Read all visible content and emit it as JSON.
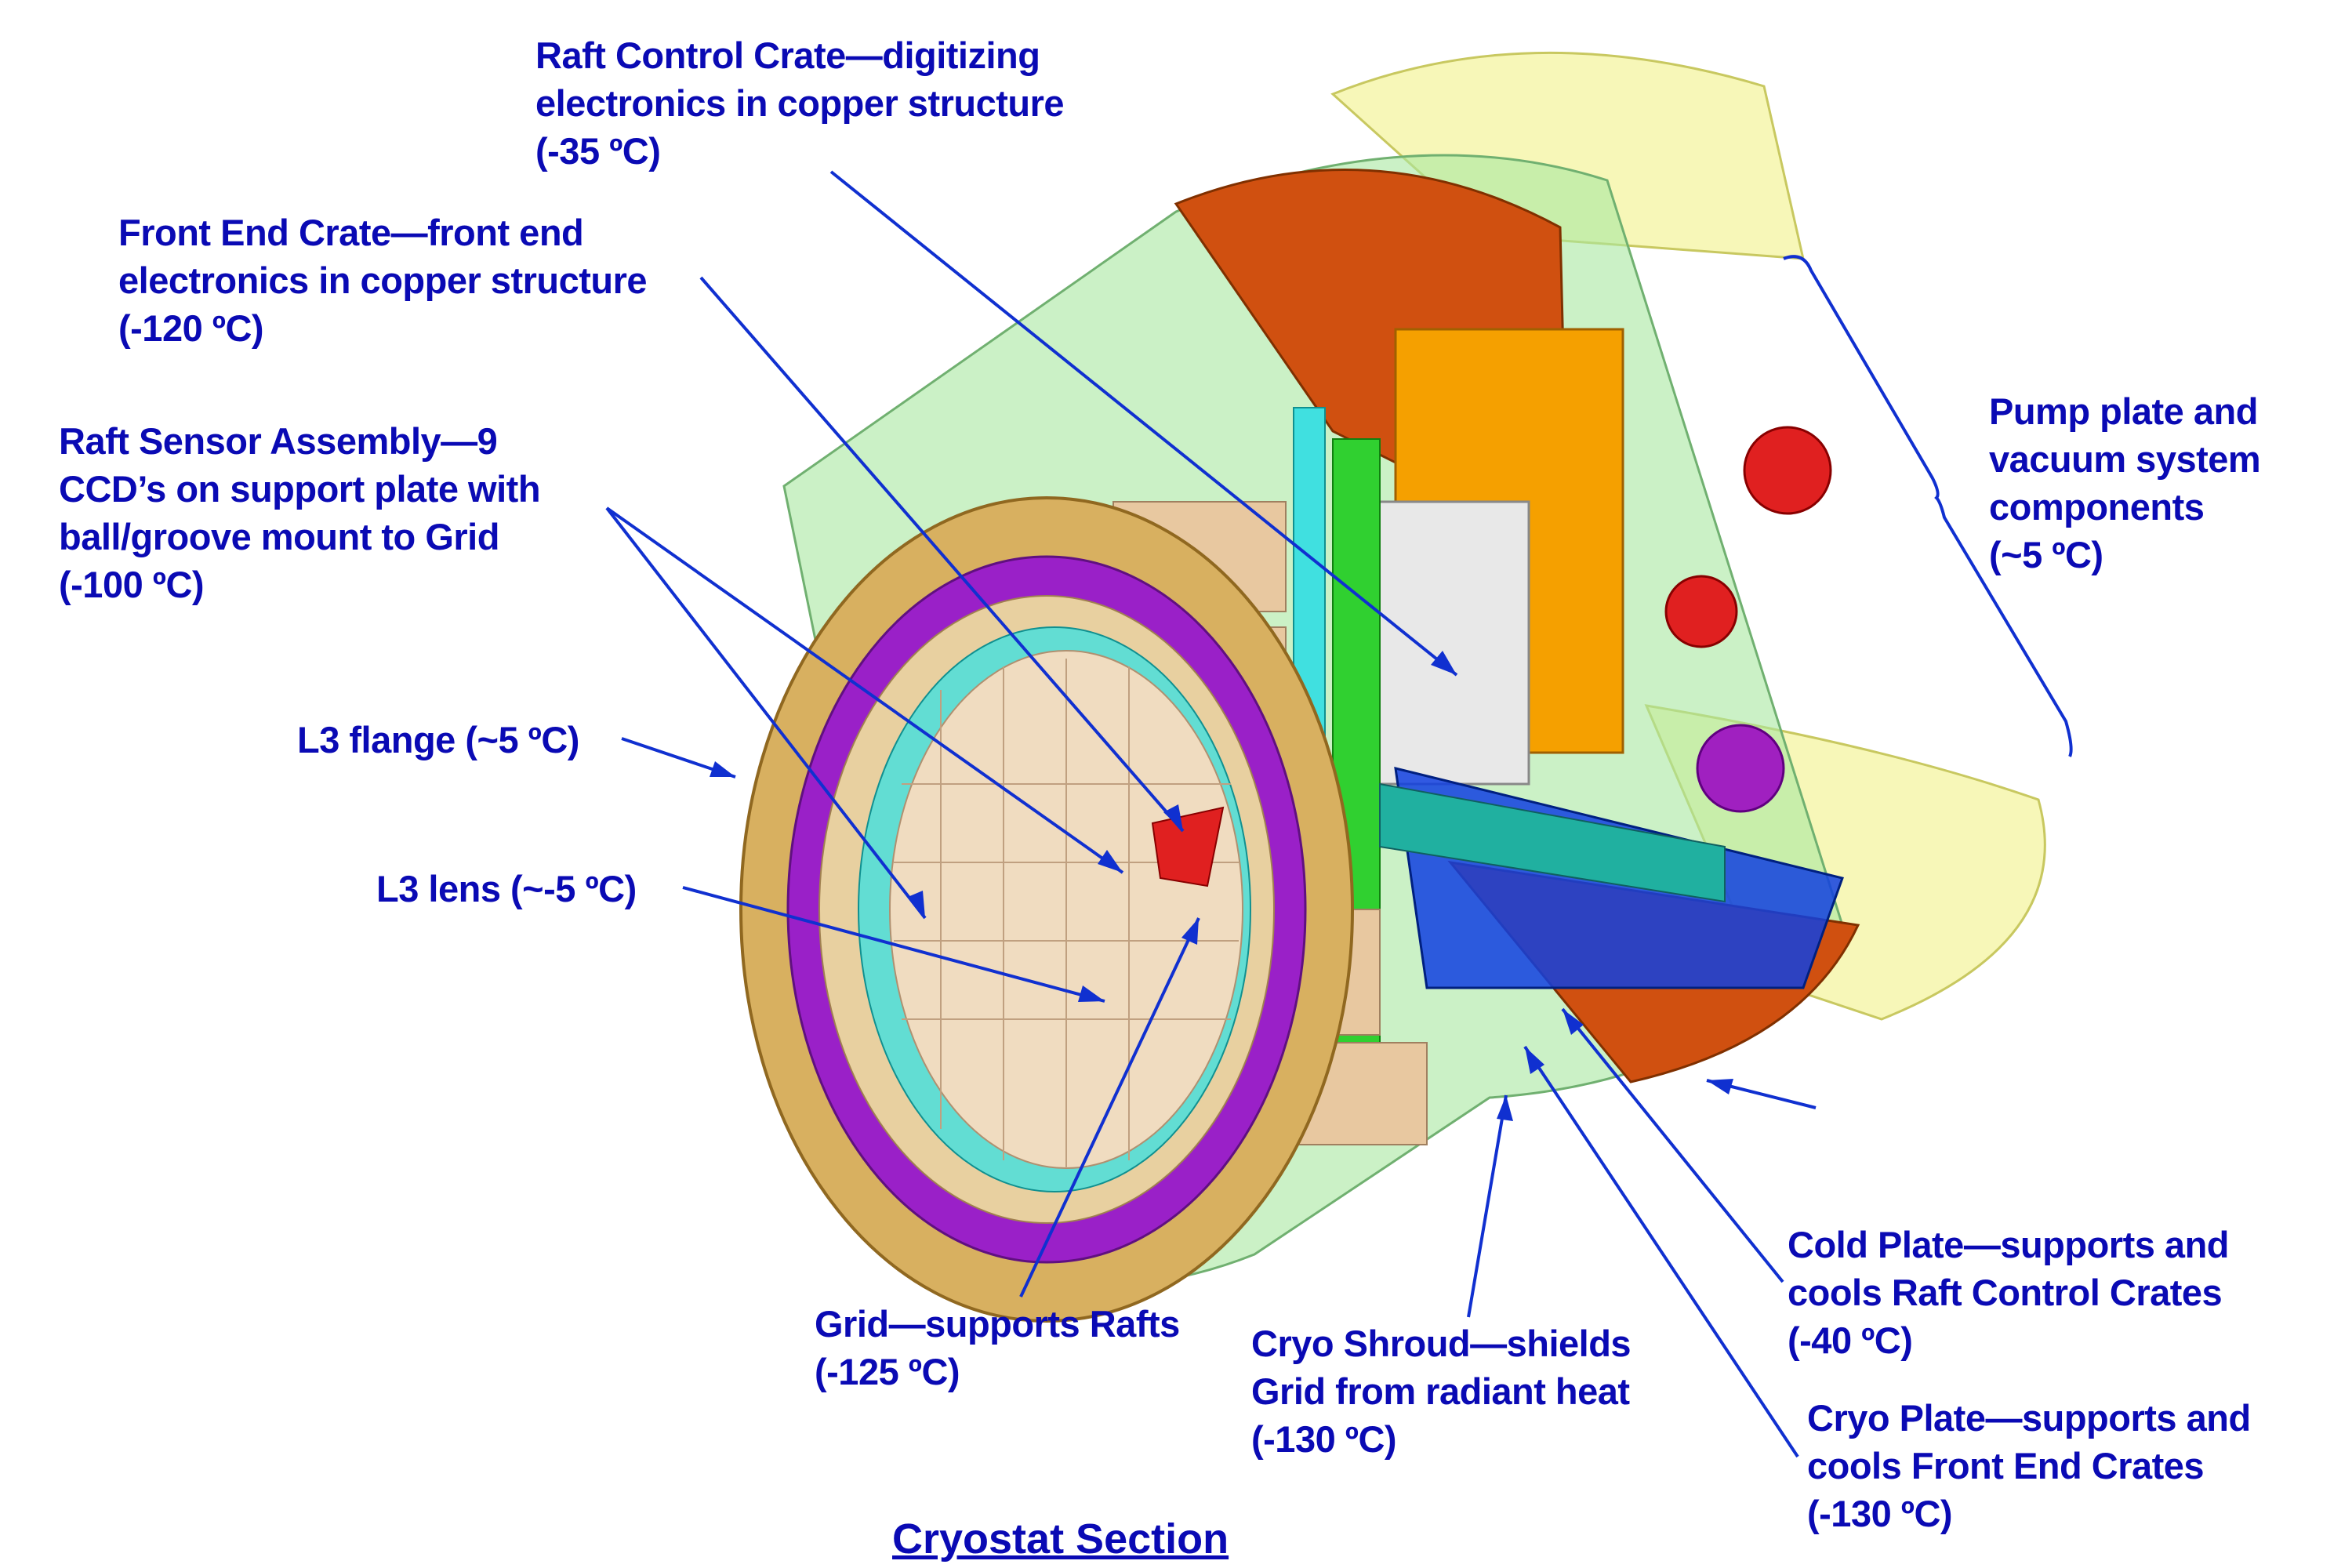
{
  "title": "Cryostat Section",
  "labels": {
    "raft_control_crate": {
      "line1": "Raft Control Crate—digitizing",
      "line2": "electronics in copper structure",
      "temp": "(-35 ºC)"
    },
    "front_end_crate": {
      "line1": "Front End Crate—front end",
      "line2": "electronics in copper structure",
      "temp": "(-120 ºC)"
    },
    "raft_sensor_assembly": {
      "line1": "Raft Sensor Assembly—9",
      "line2": "CCD’s on support plate with",
      "line3": "ball/groove mount to Grid",
      "temp": "(-100 ºC)"
    },
    "l3_flange": {
      "line1": "L3 flange (~5 ºC)"
    },
    "l3_lens": {
      "line1": "L3 lens (~-5 ºC)"
    },
    "pump_plate": {
      "line1": "Pump plate and",
      "line2": "vacuum system",
      "line3": "components",
      "temp": "(~5 ºC)"
    },
    "grid": {
      "line1": "Grid—supports Rafts",
      "temp": "(-125 ºC)"
    },
    "cryo_shroud": {
      "line1": "Cryo Shroud—shields",
      "line2": "Grid from radiant heat",
      "temp": "(-130 ºC)"
    },
    "cold_plate": {
      "line1": "Cold Plate—supports and",
      "line2": "cools Raft Control Crates",
      "temp": "(-40 ºC)"
    },
    "cryo_plate": {
      "line1": "Cryo Plate—supports and",
      "line2": "cools Front End Crates",
      "temp": "(-130 ºC)"
    }
  },
  "colors": {
    "label": "#0a0ab4",
    "leader": "#1030d0"
  }
}
